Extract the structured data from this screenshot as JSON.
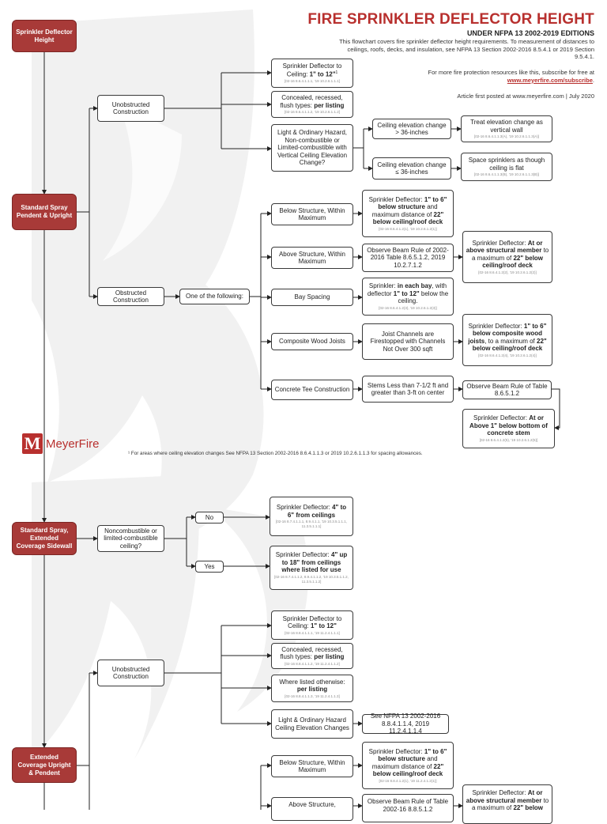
{
  "header": {
    "title": "FIRE SPRINKLER DEFLECTOR HEIGHT",
    "subtitle": "UNDER NFPA 13 2002-2019 EDITIONS",
    "intro": "This flowchart covers fire sprinkler deflector height requirements. To measurement of distances to ceilings, roofs, decks, and insulation, see NFPA 13 Section 2002-2016 8.5.4.1 or 2019 Section 9.5.4.1.",
    "more_text": "For more fire protection resources like this, subscribe for free at",
    "more_link": "www.meyerfire.com/subscribe",
    "posted": "Article first posted at www.meyerfire.com | July 2020"
  },
  "logo": {
    "mark": "M",
    "text": "MeyerFire"
  },
  "footnote": "¹ For areas where ceiling elevation changes See NFPA 13 Section 2002-2016 8.6.4.1.1.3 or 2019 10.2.6.1.1.3 for spacing allowances.",
  "colors": {
    "accent": "#b8302e",
    "box_fill": "#a83a38"
  },
  "categories": {
    "root": "Sprinkler Deflector Height",
    "pendent_upright": "Standard Spray Pendent & Upright",
    "sidewall": "Standard Spray, Extended Coverage Sidewall",
    "ec_upright_pendent": "Extended Coverage Upright & Pendent"
  },
  "std": {
    "unobstructed": "Unobstructed Construction",
    "obstructed": "Obstructed Construction",
    "one_of": "One of the following:",
    "ceiling": {
      "a": "Sprinkler Deflector to Ceiling: ",
      "b": "1\" to 12\"",
      "sup": "1",
      "ref": "[02-16 8.6.4.1.1.1, '19 10.2.6.1.1.1]"
    },
    "concealed": {
      "a": "Concealed, recessed, flush types: ",
      "b": "per listing",
      "ref": "[02-16 8.6.4.1.1.2, '19 10.2.6.1.1.2]"
    },
    "hazard": "Light & Ordinary Hazard, Non-combustible or Limited-combustible with Vertical Ceiling Elevation Change?",
    "elev_gt": "Ceiling elevation change > 36-inches",
    "elev_le": "Ceiling elevation change ≤ 36-inches",
    "treat": {
      "a": "Treat elevation change as vertical wall",
      "ref": "[02-16 8.6.4.1.1.3(A), '19 10.2.6.1.1.3(A)]"
    },
    "space": {
      "a": "Space sprinklers as though ceiling is flat",
      "ref": "[02-16 8.6.4.1.1.3(B), '19 10.2.6.1.1.3(B)]"
    },
    "below_structure": "Below Structure, Within Maximum",
    "below_result": {
      "a": "Sprinkler Deflector: ",
      "b": "1\" to 6\" below structure",
      "c": " and maximum distance of ",
      "d": "22\" below ceiling/roof deck",
      "ref": "[02-16 8.6.4.1.2(1), '19 10.2.6.1.2(1)]"
    },
    "above_structure": "Above Structure, Within Maximum",
    "beam_rule": "Observe Beam Rule of 2002-2016 Table 8.6.5.1.2, 2019 10.2.7.1.2",
    "above_result": {
      "a": "Sprinkler Deflector: ",
      "b": "At or above structural member",
      "c": " to a maximum of ",
      "d": "22\" below ceiling/roof deck",
      "ref": "[02-16 8.6.4.1.2(2), '19 10.2.6.1.2(2)]"
    },
    "bay_spacing": "Bay Spacing",
    "bay_result": {
      "a": "Sprinkler: ",
      "b": "in each bay",
      "c": ", with deflector ",
      "d": "1\" to 12\"",
      "e": " below the ceiling.",
      "ref": "[02-16 8.6.4.1.2(3), '19 10.2.6.1.2(3)]"
    },
    "composite": "Composite Wood Joists",
    "joist_channels": "Joist Channels are Firestopped with Channels Not Over 300 sqft",
    "composite_result": {
      "a": "Sprinkler Deflector: ",
      "b": "1\" to 6\" below composite wood joists",
      "c": ", to a maximum of ",
      "d": "22\" below ceiling/roof deck",
      "ref": "[02-16 8.6.4.1.2(4), '19 10.2.6.1.2(4)]"
    },
    "tee": "Concrete Tee Construction",
    "stems": "Stems Less than 7-1/2 ft and greater than 3-ft on center",
    "beam_table": "Observe Beam Rule of Table 8.6.5.1.2",
    "tee_result": {
      "a": "Sprinkler Deflector: ",
      "b": "At or Above 1\" below bottom of concrete stem",
      "ref": "[02-16 8.6.4.1.2(5), '19 10.2.6.1.2(5)]"
    }
  },
  "sidewall": {
    "question": "Noncombustible or limited-combustible ceiling?",
    "no": "No",
    "yes": "Yes",
    "no_result": {
      "a": "Sprinkler Deflector: ",
      "b": "4\" to 6\" from ceilings",
      "ref": "[02-16 8.7.4.1.1.1, 8.9.4.1.1, '19 10.3.5.1.1.1, 11.3.5.1.1.1]"
    },
    "yes_result": {
      "a": "Sprinkler Deflector: ",
      "b": "4\" up to 18\" from ceilings where listed for use",
      "ref": "[02-16 8.7.4.1.1.2, 8.9.4.1.1.2, '19 10.3.5.1.1.2, 11.3.5.1.1.2]"
    }
  },
  "ec": {
    "unobstructed": "Unobstructed Construction",
    "ceiling": {
      "a": "Sprinkler Deflector to Ceiling: ",
      "b": "1\" to 12\"",
      "ref": "[02-16 8.8.4.1.1.1, '19 11.2.4.1.1.1]"
    },
    "concealed": {
      "a": "Concealed, recessed, flush types: ",
      "b": "per listing",
      "ref": "[02-16 8.8.4.1.1.2, '19 11.2.4.1.1.2]"
    },
    "listed": {
      "a": "Where listed otherwise: ",
      "b": "per listing",
      "ref": "[02-16 8.8.4.1.1.3, '19 11.2.4.1.1.3]"
    },
    "hazard": "Light & Ordinary Hazard Ceiling Elevation Changes",
    "see_nfpa": "See NFPA 13 2002-2016 8.8.4.1.1.4, 2019 11.2.4.1.1.4",
    "below_structure": "Below Structure, Within Maximum",
    "below_result": {
      "a": "Sprinkler Deflector: ",
      "b": "1\" to 6\" below structure",
      "c": " and maximum distance of ",
      "d": "22\" below ceiling/roof deck",
      "ref": "[02-16 8.8.4.1.2(1), '19 11.2.4.1.2(1)]"
    },
    "above_structure": "Above Structure,",
    "beam_rule": "Observe Beam Rule of Table 2002-16 8.8.5.1.2",
    "above_result": {
      "a": "Sprinkler Deflector: ",
      "b": "At or above structural member",
      "c": " to a maximum of ",
      "d": "22\" below"
    }
  }
}
